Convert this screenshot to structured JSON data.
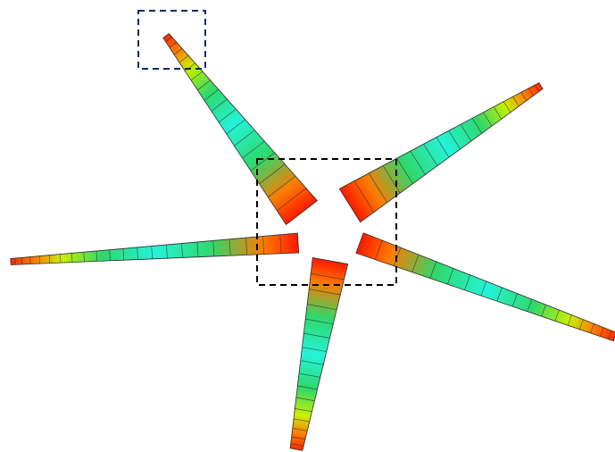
{
  "figure": {
    "colors": {
      "background": "#ffffff",
      "root": "#ff1a00",
      "root_mid": "#ff7a00",
      "mid": "#2fd86a",
      "center": "#25f3d9",
      "tip_mid": "#c8f000",
      "tip": "#ff2a00",
      "panel_line": "#2b2b2b",
      "box_outline": "#000000",
      "tip_box_outline": "#0f2a66"
    },
    "blade_count": 5,
    "highlight_boxes": [
      {
        "name": "tip-detail-box",
        "style": "dashed"
      },
      {
        "name": "hub-detail-box",
        "style": "dashed"
      }
    ]
  }
}
